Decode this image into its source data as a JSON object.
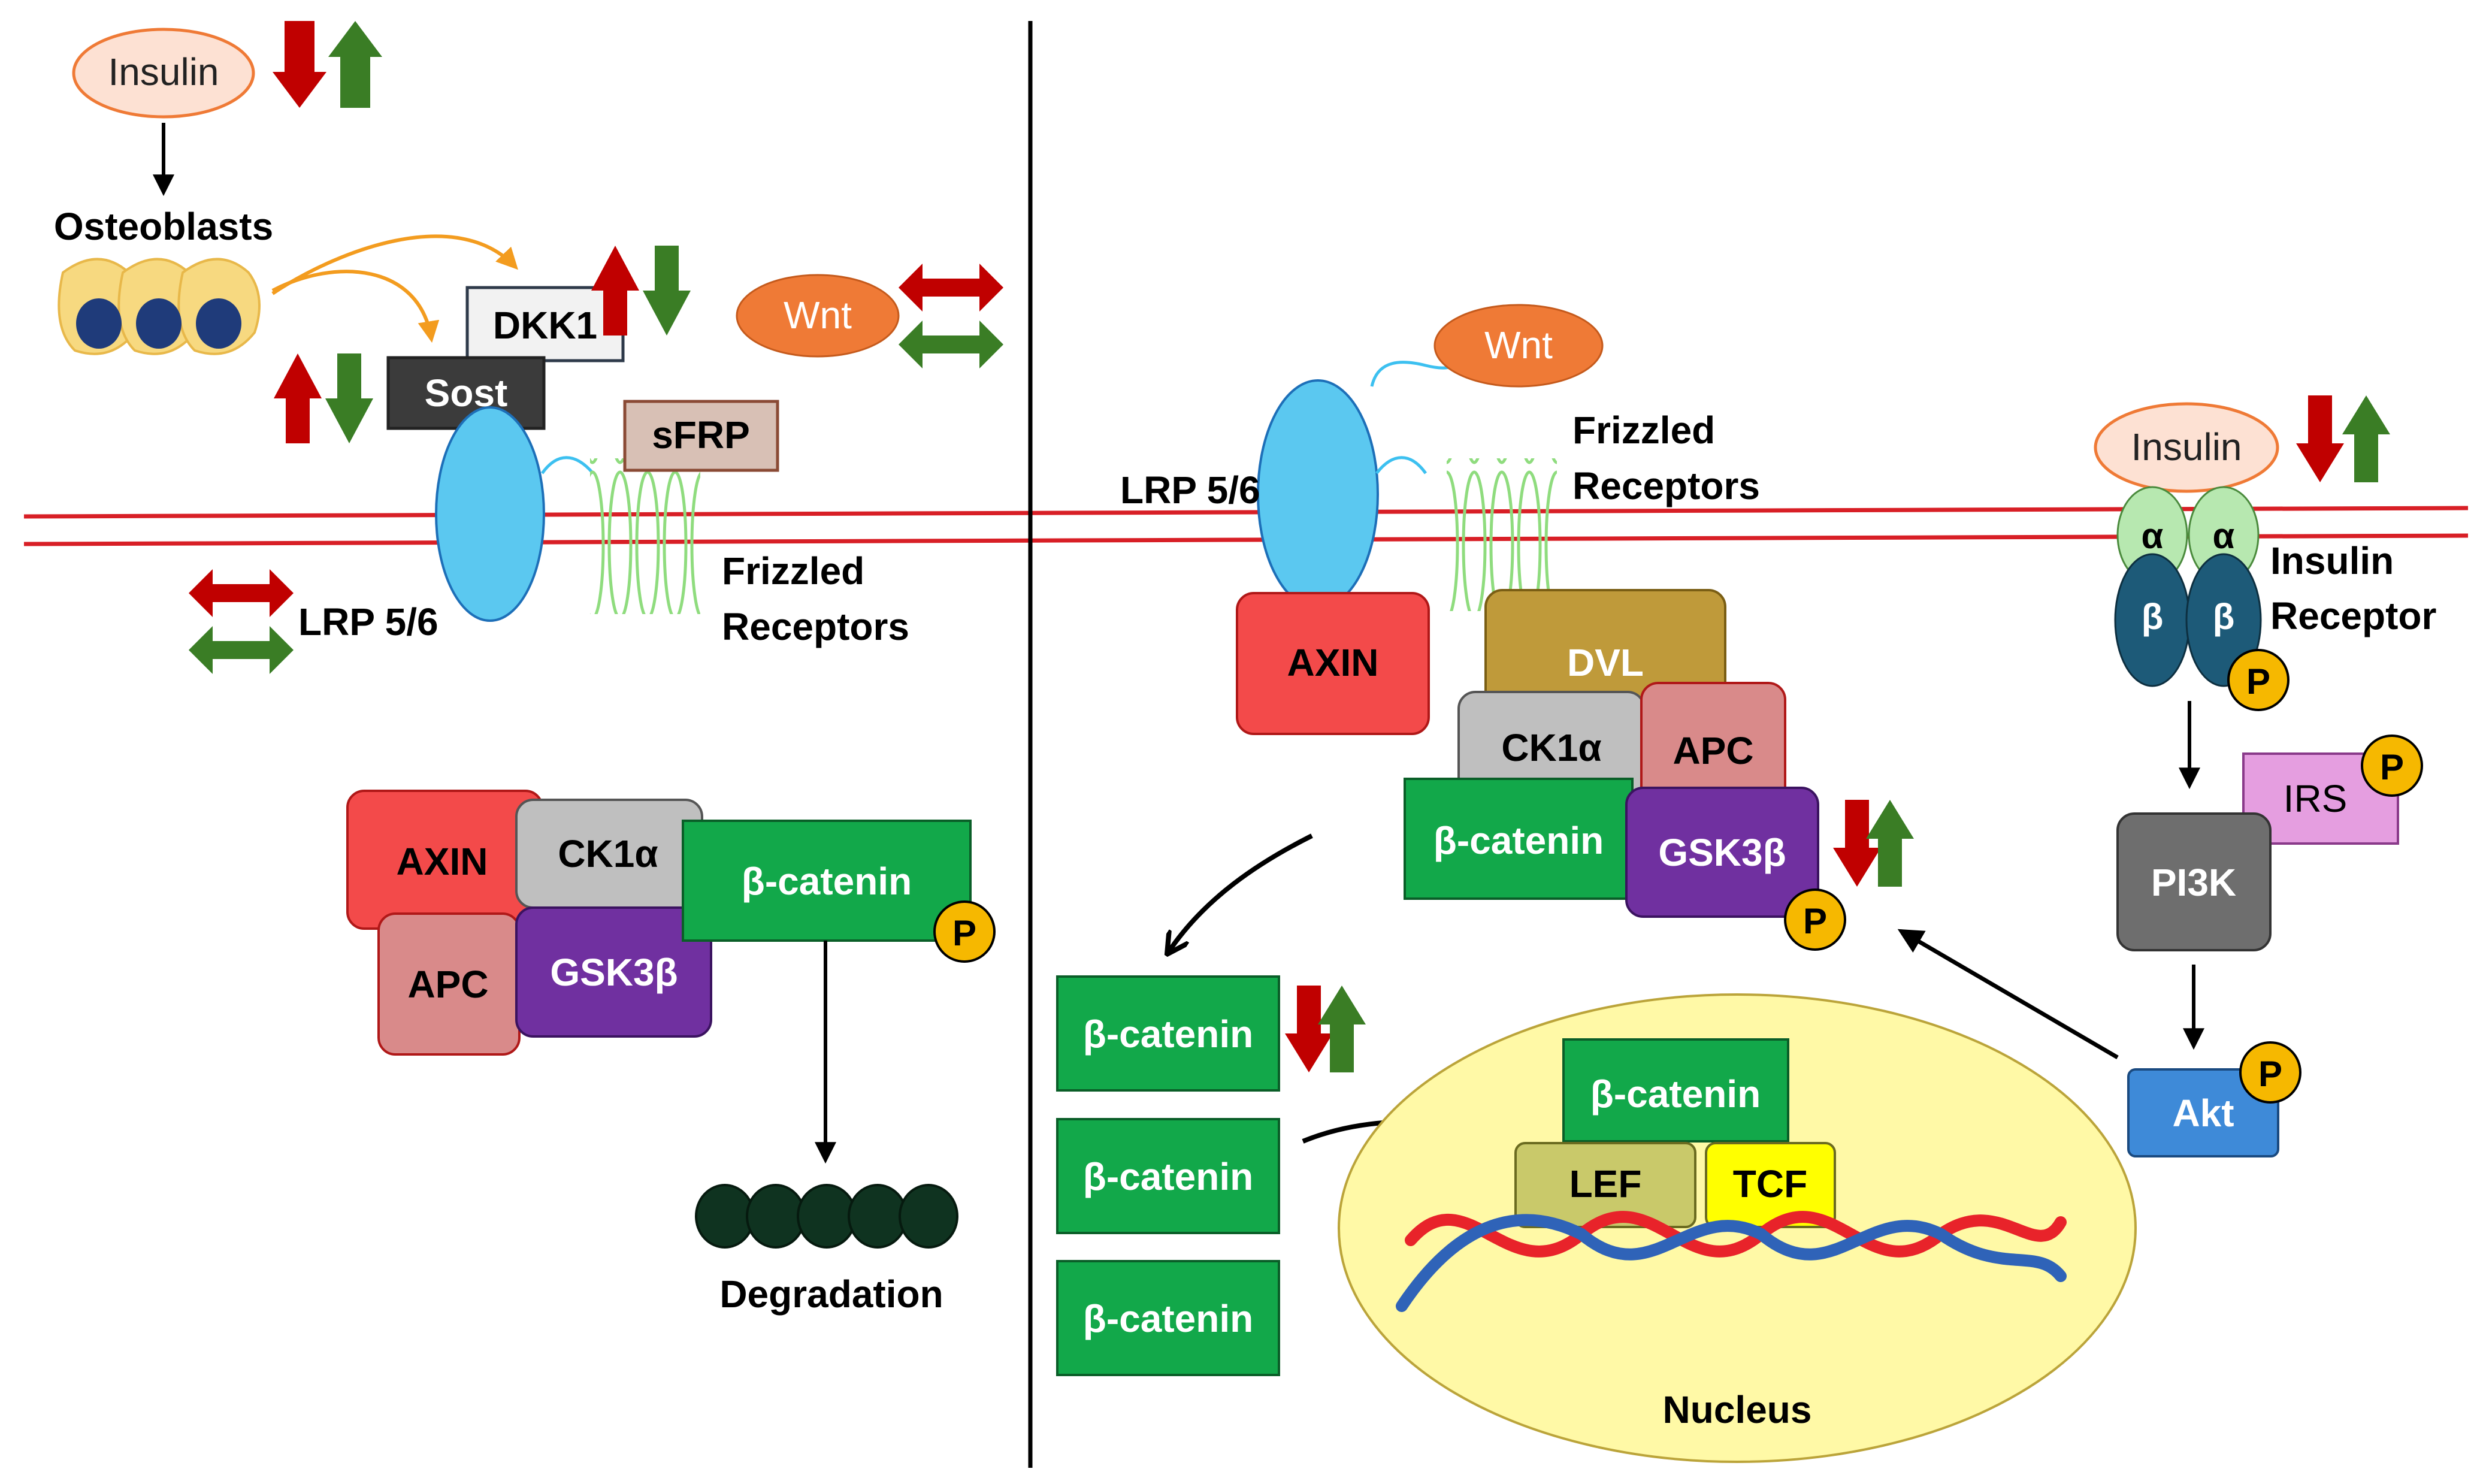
{
  "left_panel": {
    "insulin": "Insulin",
    "osteoblasts": "Osteoblasts",
    "dkk1": "DKK1",
    "sost": "Sost",
    "sfrp": "sFRP",
    "wnt": "Wnt",
    "lrp": "LRP 5/6",
    "frizzled_line1": "Frizzled",
    "frizzled_line2": "Receptors",
    "complex": {
      "axin": "AXIN",
      "ck1a": "CK1α",
      "apc": "APC",
      "gsk3b": "GSK3β",
      "beta_catenin": "β-catenin",
      "phospho": "P"
    },
    "degradation": "Degradation"
  },
  "right_panel": {
    "wnt": "Wnt",
    "lrp": "LRP 5/6",
    "frizzled_line1": "Frizzled",
    "frizzled_line2": "Receptors",
    "axin": "AXIN",
    "dvl": "DVL",
    "ck1a": "CK1α",
    "apc": "APC",
    "beta_catenin": "β-catenin",
    "gsk3b": "GSK3β",
    "phospho": "P",
    "free_beta_catenin": [
      "β-catenin",
      "β-catenin",
      "β-catenin"
    ],
    "nucleus": {
      "beta_catenin": "β-catenin",
      "lef": "LEF",
      "tcf": "TCF",
      "label": "Nucleus"
    },
    "insulin": "Insulin",
    "receptor": {
      "alpha": "α",
      "beta": "β",
      "label_line1": "Insulin",
      "label_line2": "Receptor"
    },
    "irs": "IRS",
    "pi3k": "PI3K",
    "akt": "Akt"
  },
  "colors": {
    "membrane": "#d81f26",
    "up_arrow": "#3a7d25",
    "down_arrow": "#c00000",
    "beta_catenin": "#12a84a",
    "gsk3b": "#7030a0",
    "axin": "#f34a4a",
    "apc": "#d98a8a",
    "ck1a": "#bfbfbf",
    "dvl": "#bf9a3a",
    "lrp": "#5bc8f0",
    "wnt": "#ef7a36",
    "insulin_fill": "#fde1d3",
    "nucleus_fill": "#fff9a6",
    "phospho_fill": "#f6b800"
  }
}
